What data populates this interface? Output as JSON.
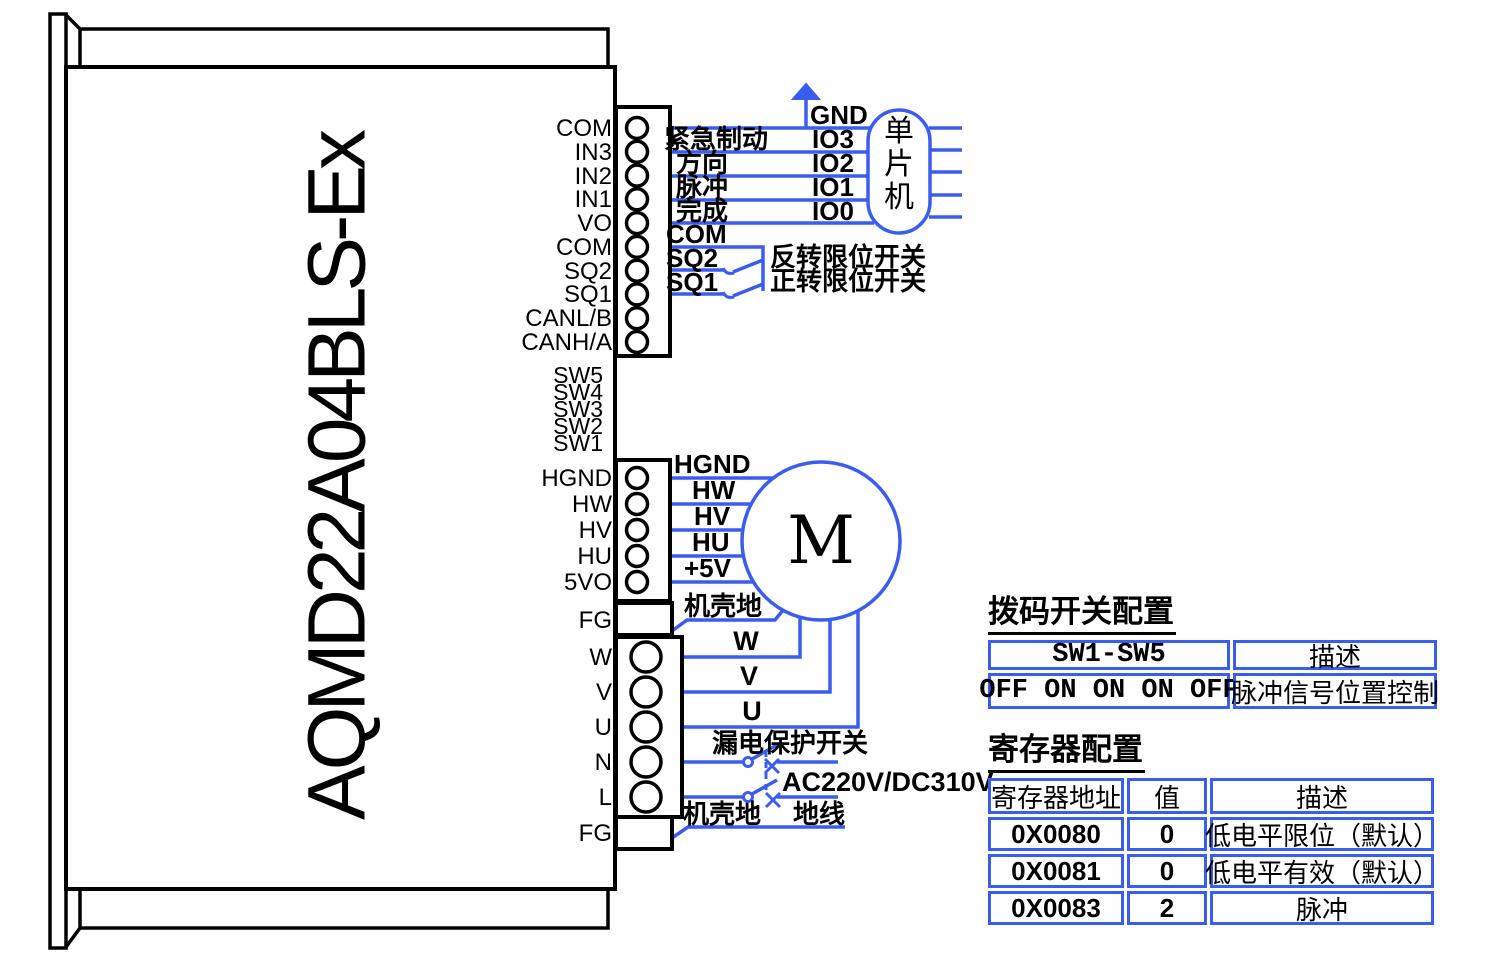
{
  "colors": {
    "wire_blue": "#3a5df0",
    "line_black": "#000000"
  },
  "device": {
    "model": "AQMD22A04BLS-Ex"
  },
  "terminals": {
    "signal_labels": [
      "COM",
      "IN3",
      "IN2",
      "IN1",
      "VO",
      "COM",
      "SQ2",
      "SQ1",
      "CANL/B",
      "CANH/A"
    ],
    "dip_labels": [
      "SW5",
      "SW4",
      "SW3",
      "SW2",
      "SW1"
    ],
    "hall_labels": [
      "HGND",
      "HW",
      "HV",
      "HU",
      "5VO"
    ],
    "power_labels": [
      "FG",
      "W",
      "V",
      "U",
      "N",
      "L",
      "FG"
    ]
  },
  "mcu": {
    "chars": [
      "单",
      "片",
      "机"
    ]
  },
  "wires": {
    "gnd": "GND",
    "io_inputs": [
      {
        "cn": "紧急制动",
        "io": "IO3"
      },
      {
        "cn": "方向",
        "io": "IO2"
      },
      {
        "cn": "脉冲",
        "io": "IO1"
      },
      {
        "cn": "完成",
        "io": "IO0"
      }
    ],
    "com": "COM",
    "sq2": "SQ2",
    "sq1": "SQ1",
    "sq2_switch": "反转限位开关",
    "sq1_switch": "正转限位开关",
    "hall": [
      "HGND",
      "HW",
      "HV",
      "HU",
      "+5V"
    ],
    "chassis_top": "机壳地",
    "phases": [
      "W",
      "V",
      "U"
    ],
    "breaker": "漏电保护开关",
    "supply": "AC220V/DC310V",
    "chassis_bottom": "机壳地",
    "earth": "地线"
  },
  "motor": {
    "symbol": "M"
  },
  "tables": {
    "dip": {
      "title": "拨码开关配置",
      "headers": [
        "SW1-SW5",
        "描述"
      ],
      "rows": [
        [
          "OFF ON ON ON OFF",
          "脉冲信号位置控制"
        ]
      ]
    },
    "register": {
      "title": "寄存器配置",
      "headers": [
        "寄存器地址",
        "值",
        "描述"
      ],
      "rows": [
        [
          "0X0080",
          "0",
          "低电平限位（默认）"
        ],
        [
          "0X0081",
          "0",
          "低电平有效（默认）"
        ],
        [
          "0X0083",
          "2",
          "脉冲"
        ]
      ]
    }
  }
}
